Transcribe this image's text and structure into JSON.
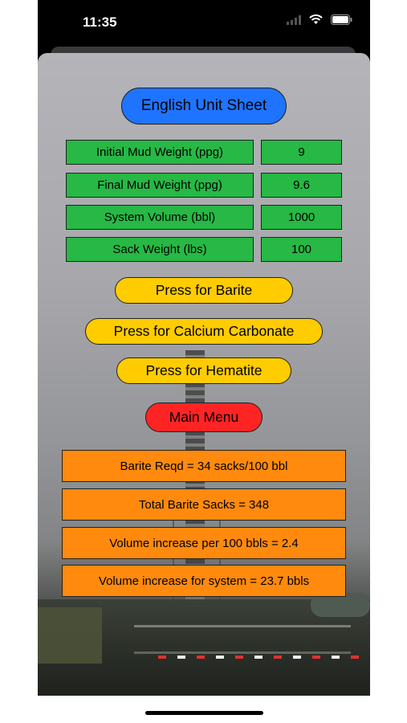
{
  "status_bar": {
    "time": "11:35"
  },
  "header": {
    "title_button": "English Unit Sheet"
  },
  "inputs": [
    {
      "label": "Initial Mud Weight (ppg)",
      "value": "9"
    },
    {
      "label": "Final Mud Weight (ppg)",
      "value": "9.6"
    },
    {
      "label": "System Volume (bbl)",
      "value": "1000"
    },
    {
      "label": "Sack Weight (lbs)",
      "value": "100"
    }
  ],
  "actions": {
    "barite": "Press for Barite",
    "calcium_carbonate": "Press for Calcium Carbonate",
    "hematite": "Press for Hematite",
    "main_menu": "Main Menu"
  },
  "results": [
    "Barite Reqd = 34 sacks/100 bbl",
    "Total Barite Sacks = 348",
    "Volume increase per 100 bbls = 2.4",
    "Volume increase for system = 23.7 bbls"
  ],
  "colors": {
    "title_button": "#1f74ff",
    "input_fields": "#27b845",
    "action_buttons": "#ffcc00",
    "main_menu": "#ff2424",
    "results": "#ff8a0d"
  }
}
